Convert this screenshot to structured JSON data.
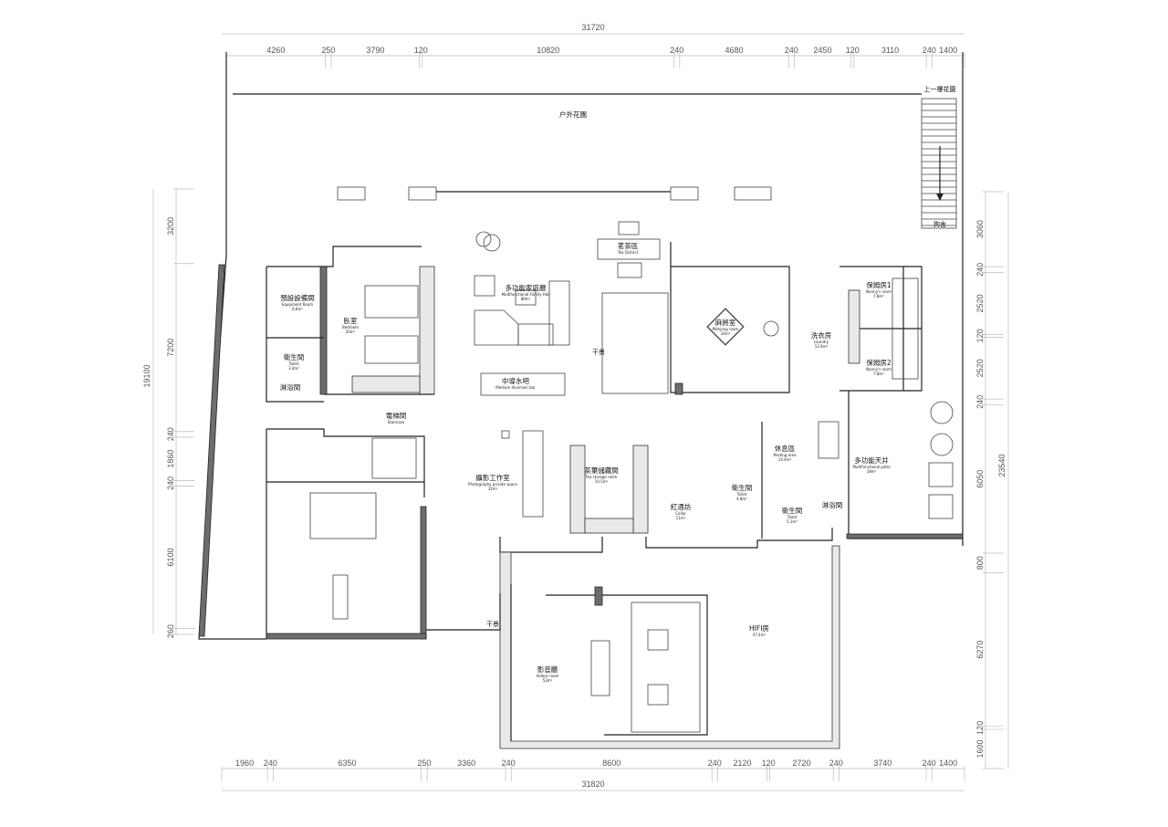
{
  "dimensions": {
    "top_total": "31720",
    "top": [
      "4260",
      "250",
      "3790",
      "120",
      "10820",
      "240",
      "4680",
      "240",
      "2450",
      "120",
      "3110",
      "240",
      "1400"
    ],
    "bottom": [
      "1960",
      "240",
      "6350",
      "250",
      "3360",
      "240",
      "8600",
      "240",
      "2120",
      "120",
      "2720",
      "240",
      "3740",
      "240",
      "1400"
    ],
    "bottom_total": "31820",
    "left": [
      "3200",
      "7200",
      "240",
      "1860",
      "240",
      "6100",
      "260"
    ],
    "left_total": "19100",
    "right": [
      "3060",
      "240",
      "2520",
      "120",
      "2520",
      "240",
      "6050",
      "800",
      "6270",
      "120",
      "1600"
    ],
    "right_total": "23540"
  },
  "labels": {
    "outdoor_garden": "户外花園",
    "upper_garden": "上一樓花園",
    "kennel": "狗舍",
    "dry_scape_1": "干景",
    "dry_scape_2": "干景"
  },
  "rooms": [
    {
      "zh": "茗茶區",
      "en": "Tea District",
      "area": ""
    },
    {
      "zh": "多功能家庭廳",
      "en": "Multifunctional Family Hall",
      "area": "80m²"
    },
    {
      "zh": "預設設備間",
      "en": "Equipment Room",
      "area": "6.6m²"
    },
    {
      "zh": "臥室",
      "en": "Bedroom",
      "area": "20m²"
    },
    {
      "zh": "衛生間",
      "en": "Toilet",
      "area": "3.4m²"
    },
    {
      "zh": "淋浴間",
      "en": "",
      "area": ""
    },
    {
      "zh": "中導水吧",
      "en": "Medium diversion bar",
      "area": ""
    },
    {
      "zh": "麻將室",
      "en": "Mahjong room",
      "area": "24m²"
    },
    {
      "zh": "洗衣房",
      "en": "Laundry",
      "area": "12.6m²"
    },
    {
      "zh": "保姆房1",
      "en": "Nanny's room",
      "area": "7.8m²"
    },
    {
      "zh": "保姆房2",
      "en": "Nanny's room",
      "area": "7.8m²"
    },
    {
      "zh": "電梯間",
      "en": "Staircase",
      "area": ""
    },
    {
      "zh": "攝影工作室",
      "en": "Photography private space",
      "area": "32m²"
    },
    {
      "zh": "茶葉儲藏間",
      "en": "Tea storage room",
      "area": "10.5m²"
    },
    {
      "zh": "紅酒坊",
      "en": "Cellar",
      "area": "11m²"
    },
    {
      "zh": "衛生間",
      "en": "Toilet",
      "area": "4.8m²"
    },
    {
      "zh": "休息區",
      "en": "Resting area",
      "area": "14.4m²"
    },
    {
      "zh": "衛生間",
      "en": "Toilet",
      "area": "5.1m²"
    },
    {
      "zh": "淋浴間",
      "en": "",
      "area": ""
    },
    {
      "zh": "多功能天井",
      "en": "Multifunctional patio",
      "area": "18m²"
    },
    {
      "zh": "影音廳",
      "en": "Videos room",
      "area": "53m²"
    },
    {
      "zh": "HIFI房",
      "en": "",
      "area": "47.4m²"
    }
  ]
}
